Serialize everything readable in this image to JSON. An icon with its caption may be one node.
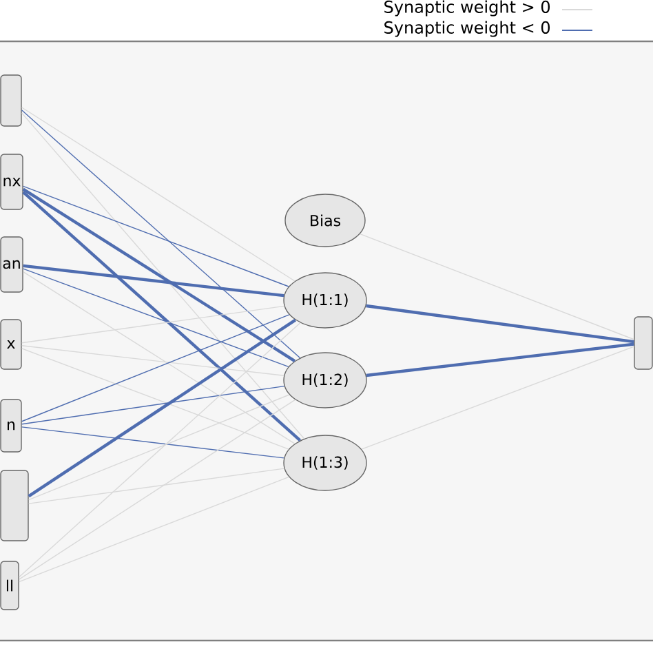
{
  "diagram": {
    "nodes": [
      {
        "text": [],
        "shape": "box"
      },
      {
        "text": [
          "nx"
        ]
      },
      {
        "text": [
          "an"
        ]
      },
      {
        "text": [
          "x"
        ]
      },
      {
        "text": [
          "n"
        ]
      },
      {
        "text": [],
        "shape": "box"
      },
      {
        "text": [
          "ll"
        ]
      },
      {
        "text": [
          "Bias"
        ]
      },
      {
        "text": [
          "H(1:1)"
        ]
      },
      {
        "text": [
          "H(1:2)"
        ]
      },
      {
        "text": [
          "H(1:3)"
        ]
      },
      {
        "text": [],
        "shape": "box"
      }
    ],
    "edges": [
      {
        "from": 0,
        "to": 8,
        "arrow": "none"
      },
      {
        "from": 0,
        "to": 9,
        "arrow": "none",
        "color": "#4f6db0"
      },
      {
        "from": 0,
        "to": 10,
        "arrow": "none"
      },
      {
        "from": 1,
        "to": 8,
        "arrow": "none",
        "color": "#4f6db0"
      },
      {
        "from": 1,
        "to": 9,
        "arrow": "none",
        "color": "#4f6db0",
        "style": "thick"
      },
      {
        "from": 1,
        "to": 10,
        "arrow": "none",
        "color": "#4f6db0",
        "style": "thick"
      },
      {
        "from": 2,
        "to": 8,
        "arrow": "none",
        "color": "#4f6db0",
        "style": "thick"
      },
      {
        "from": 2,
        "to": 9,
        "arrow": "none",
        "color": "#4f6db0"
      },
      {
        "from": 2,
        "to": 10,
        "arrow": "none"
      },
      {
        "from": 3,
        "to": 8,
        "arrow": "none"
      },
      {
        "from": 3,
        "to": 9,
        "arrow": "none"
      },
      {
        "from": 3,
        "to": 10,
        "arrow": "none"
      },
      {
        "from": 4,
        "to": 8,
        "arrow": "none",
        "color": "#4f6db0"
      },
      {
        "from": 4,
        "to": 9,
        "arrow": "none",
        "color": "#4f6db0"
      },
      {
        "from": 4,
        "to": 10,
        "arrow": "none",
        "color": "#4f6db0"
      },
      {
        "from": 5,
        "to": 8,
        "arrow": "none",
        "color": "#4f6db0",
        "style": "thick"
      },
      {
        "from": 5,
        "to": 9,
        "arrow": "none"
      },
      {
        "from": 5,
        "to": 10,
        "arrow": "none"
      },
      {
        "from": 6,
        "to": 8,
        "arrow": "none"
      },
      {
        "from": 6,
        "to": 9,
        "arrow": "none"
      },
      {
        "from": 6,
        "to": 10,
        "arrow": "none"
      },
      {
        "from": 7,
        "to": 11,
        "arrow": "none"
      },
      {
        "from": 8,
        "to": 11,
        "arrow": "none",
        "color": "#4f6db0",
        "style": "thick"
      },
      {
        "from": 9,
        "to": 11,
        "arrow": "none",
        "color": "#4f6db0",
        "style": "thick"
      },
      {
        "from": 10,
        "to": 11,
        "arrow": "none"
      }
    ],
    "legend": [
      {
        "text": "Synaptic weight > 0"
      },
      {
        "text": "Synaptic weight < 0"
      }
    ]
  }
}
